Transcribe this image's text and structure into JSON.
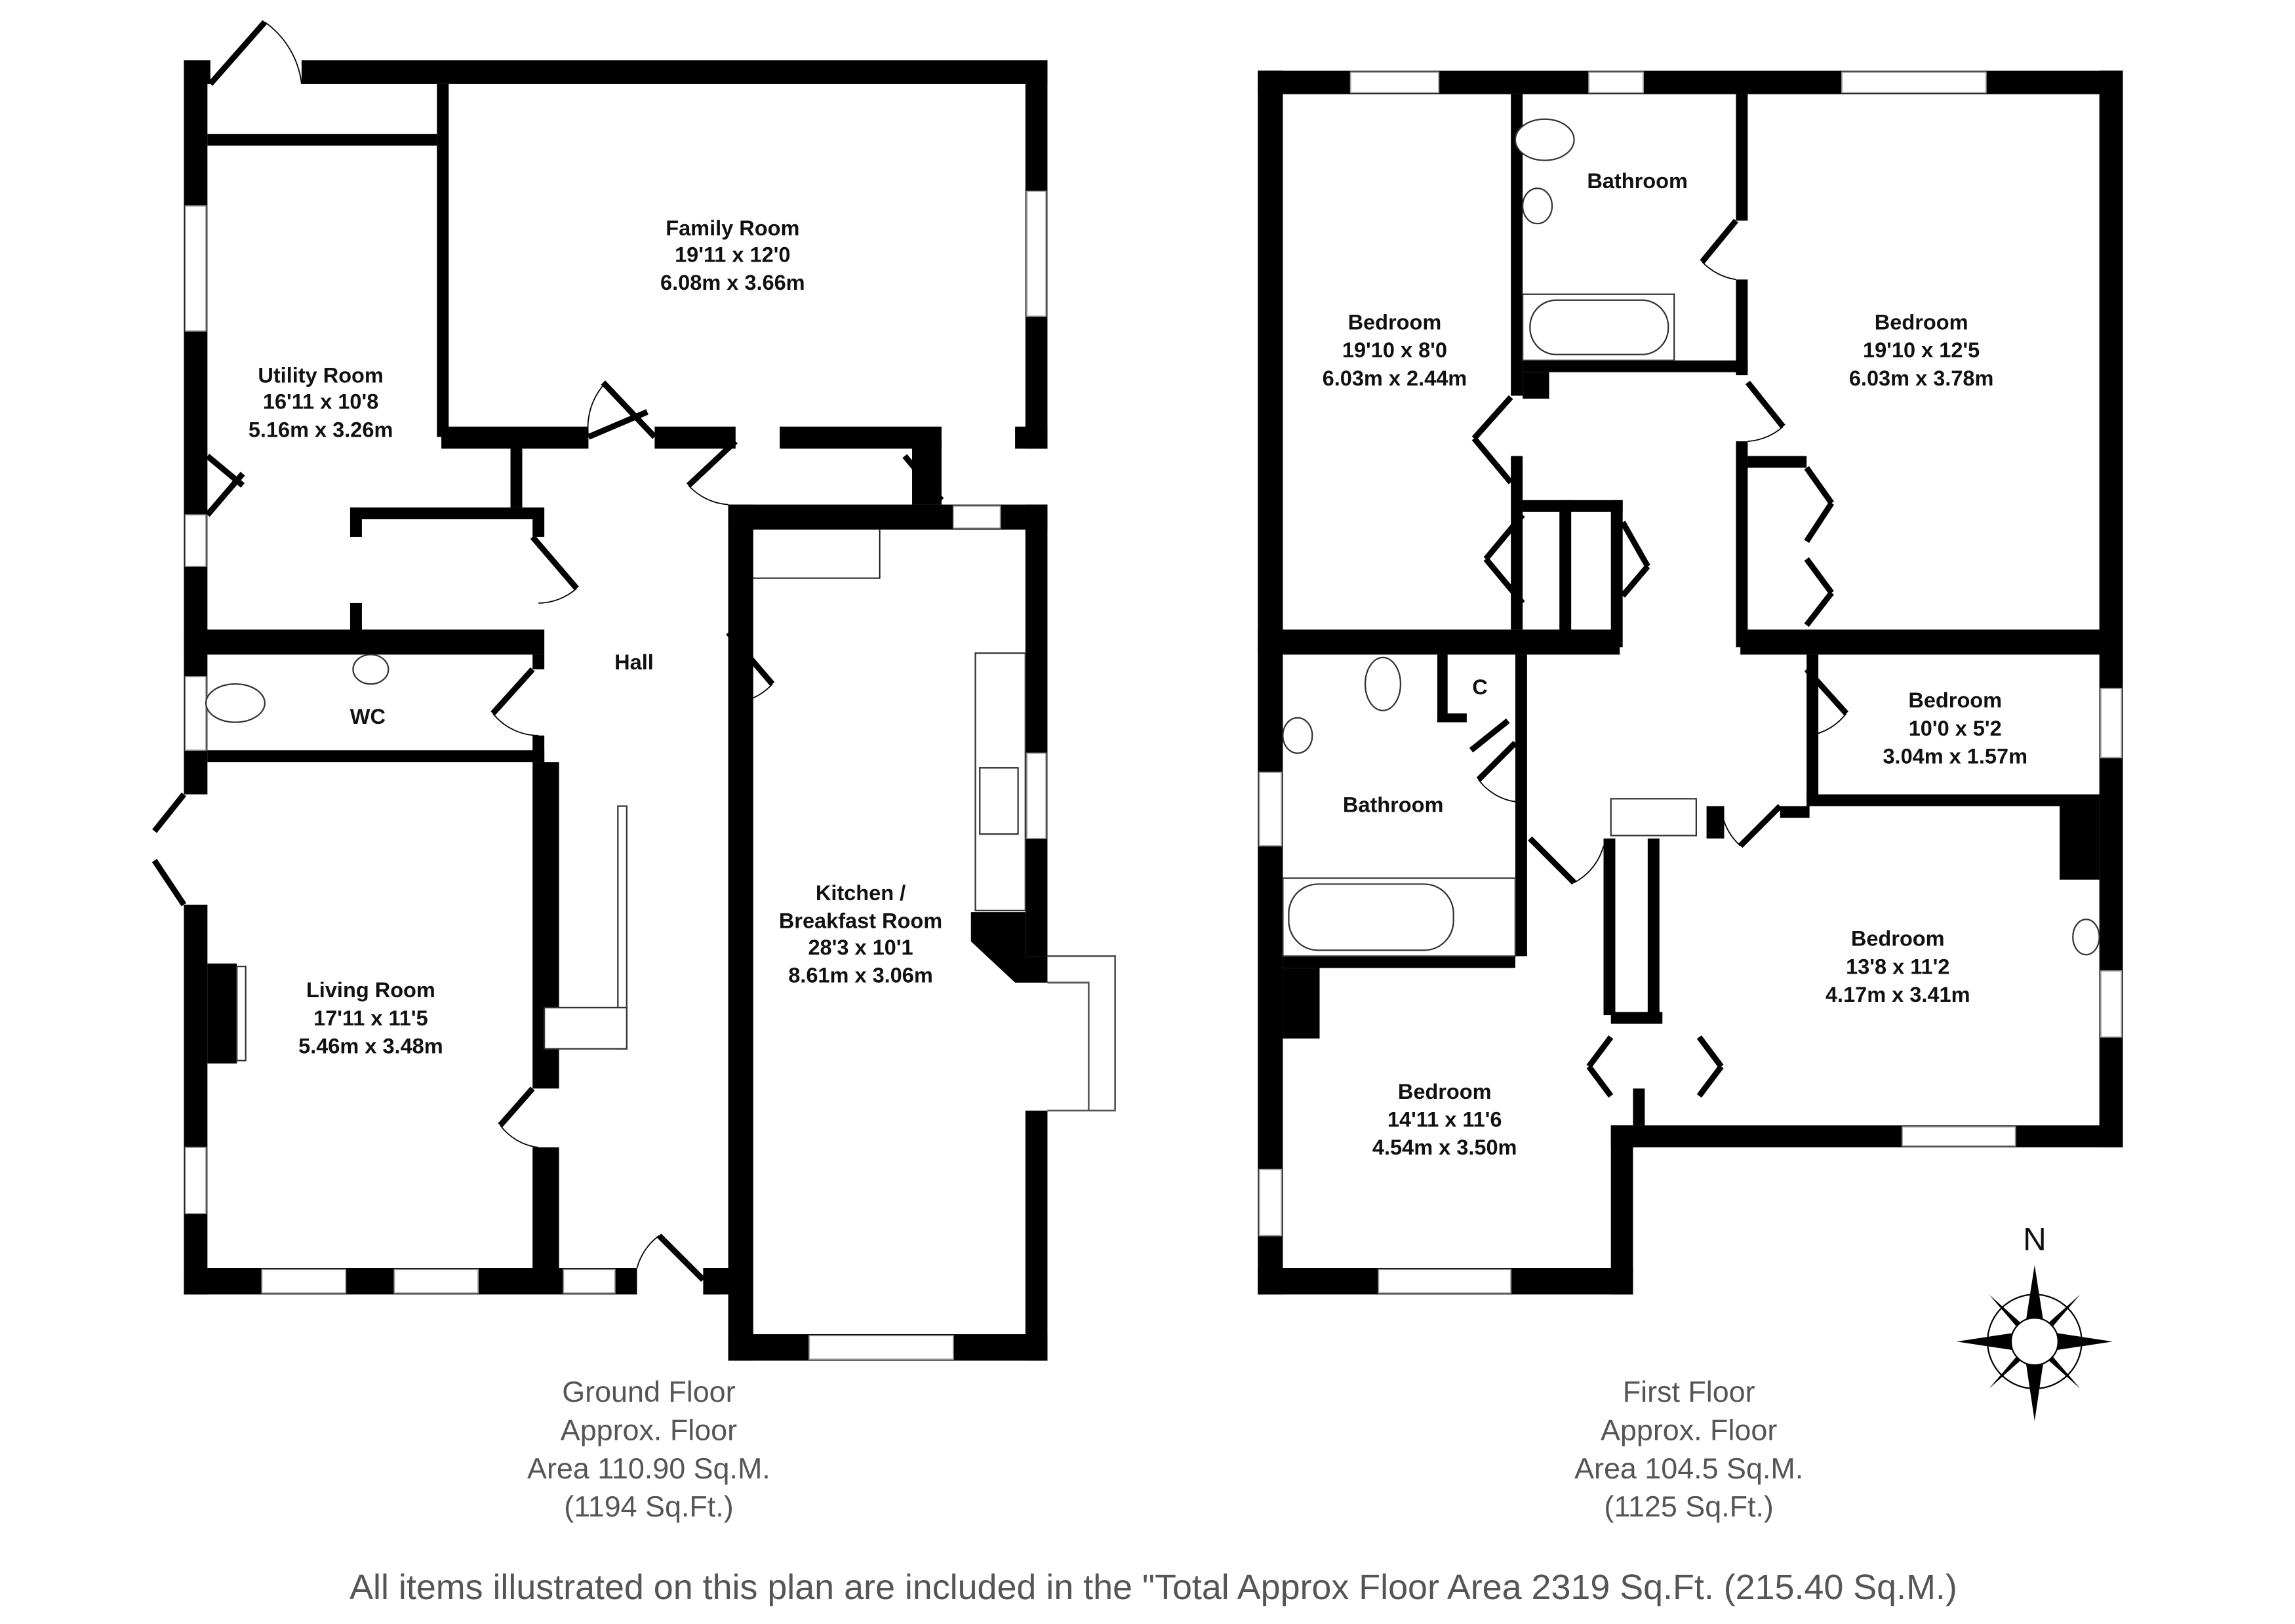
{
  "ground_floor": {
    "rooms": [
      {
        "name": "Family Room",
        "imperial": "19'11 x 12'0",
        "metric": "6.08m x 3.66m"
      },
      {
        "name": "Utility Room",
        "imperial": "16'11 x 10'8",
        "metric": "5.16m x 3.26m"
      },
      {
        "name": "Hall"
      },
      {
        "name": "WC"
      },
      {
        "name": "Kitchen /",
        "name2": "Breakfast Room",
        "imperial": "28'3 x 10'1",
        "metric": "8.61m x 3.06m"
      },
      {
        "name": "Living Room",
        "imperial": "17'11 x 11'5",
        "metric": "5.46m x 3.48m"
      }
    ],
    "caption": [
      "Ground Floor",
      "Approx. Floor",
      "Area 110.90 Sq.M.",
      "(1194 Sq.Ft.)"
    ]
  },
  "first_floor": {
    "rooms": [
      {
        "name": "Bedroom",
        "imperial": "19'10 x 8'0",
        "metric": "6.03m x 2.44m"
      },
      {
        "name": "Bathroom"
      },
      {
        "name": "Bedroom",
        "imperial": "19'10 x 12'5",
        "metric": "6.03m x 3.78m"
      },
      {
        "name": "C"
      },
      {
        "name": "Bathroom"
      },
      {
        "name": "Bedroom",
        "imperial": "10'0 x 5'2",
        "metric": "3.04m x 1.57m"
      },
      {
        "name": "Bedroom",
        "imperial": "13'8 x 11'2",
        "metric": "4.17m x 3.41m"
      },
      {
        "name": "Bedroom",
        "imperial": "14'11 x 11'6",
        "metric": "4.54m x 3.50m"
      }
    ],
    "caption": [
      "First Floor",
      "Approx. Floor",
      "Area 104.5 Sq.M.",
      "(1125 Sq.Ft.)"
    ]
  },
  "compass": {
    "label": "N"
  },
  "footer": "All items illustrated on this plan are included in the \"Total Approx Floor Area 2319 Sq.Ft. (215.40 Sq.M.)"
}
